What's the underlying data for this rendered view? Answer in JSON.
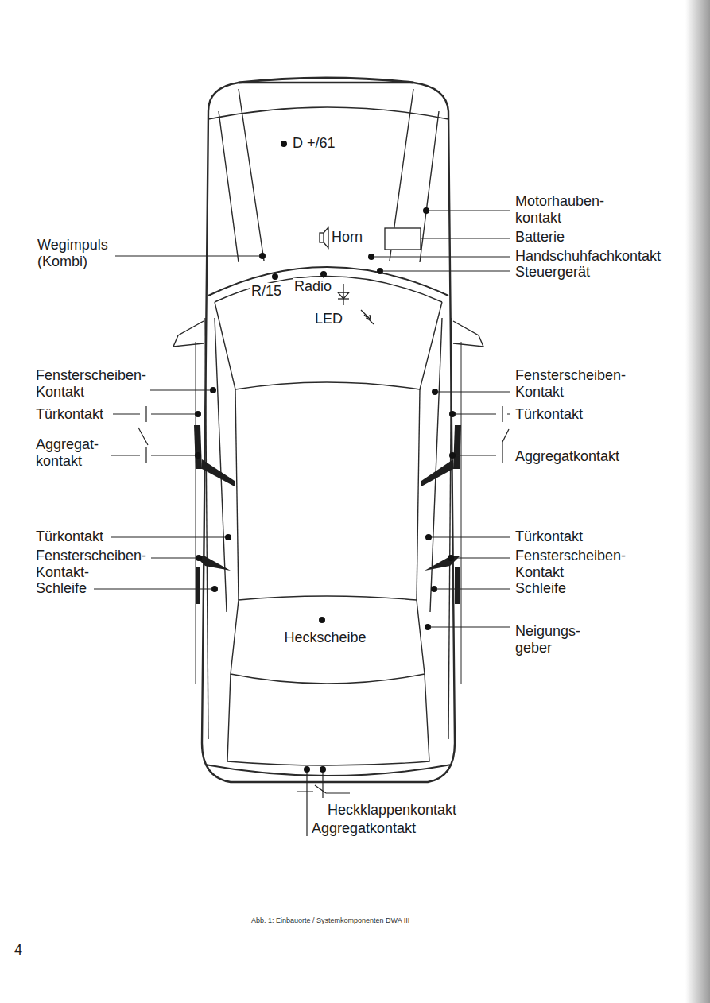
{
  "diagram": {
    "caption": "Abb. 1: Einbauorte / Systemkomponenten DWA III",
    "labels": [
      "D +/61",
      "Motorhauben- kontakt",
      "Wegimpuls (Kombi)",
      "Horn",
      "Batterie",
      "Handschuhfachkontakt",
      "Steuergerät",
      "R/15",
      "Radio",
      "LED",
      "Fensterscheiben- Kontakt",
      "Türkontakt",
      "Aggregat- kontakt",
      "Fensterscheiben- Kontakt",
      "Türkontakt",
      "Aggregatkontakt",
      "Türkontakt",
      "Fensterscheiben- Kontakt-",
      "Schleife",
      "Türkontakt",
      "Fensterscheiben- Kontakt",
      "Schleife",
      "Heckscheibe",
      "Neigungs- geber",
      "Heckklappenkontakt",
      "Aggregatkontakt",
      "4"
    ]
  }
}
